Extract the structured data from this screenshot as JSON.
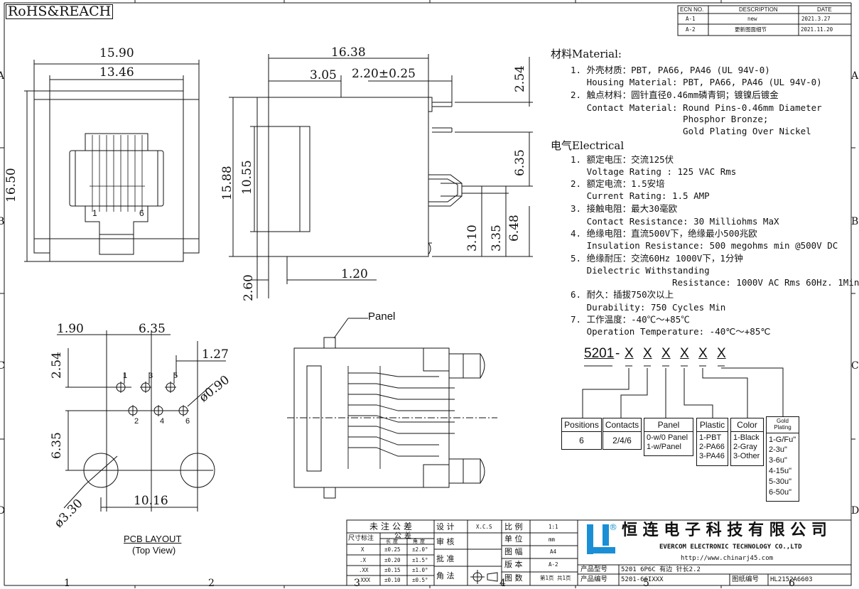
{
  "header": {
    "rohs": "RoHS&REACH",
    "border_cols": [
      "1",
      "2",
      "3",
      "4",
      "5",
      "6"
    ],
    "border_rows": [
      "A",
      "B",
      "C",
      "D"
    ]
  },
  "revisions": {
    "headers": [
      "ECN NO.",
      "DESCRIPTION",
      "DATE"
    ],
    "rows": [
      {
        "ecn": "A-1",
        "desc": "new",
        "date": "2021.3.27"
      },
      {
        "ecn": "A-2",
        "desc": "更新图面细节",
        "date": "2021.11.20"
      }
    ]
  },
  "front_view": {
    "dims": {
      "width_outer": "15.90",
      "width_inner": "13.46",
      "height": "16.50"
    },
    "pin_labels": [
      "1",
      "6"
    ]
  },
  "side_view": {
    "dims": {
      "length": "16.38",
      "d305": "3.05",
      "d220": "2.20±0.25",
      "d254": "2.54",
      "d635": "6.35",
      "d1588": "15.88",
      "d1055": "10.55",
      "d310": "3.10",
      "d335": "3.35",
      "d648": "6.48",
      "d260": "2.60",
      "d120": "1.20"
    }
  },
  "pcb_layout": {
    "dims": {
      "d190": "1.90",
      "d635a": "6.35",
      "d127": "1.27",
      "d254": "2.54",
      "d090": "ø0.90",
      "d635b": "6.35",
      "d1016": "10.16",
      "d330": "ø3.30"
    },
    "pin_labels": [
      "1",
      "2",
      "3",
      "4",
      "5",
      "6"
    ],
    "title": "PCB LAYOUT",
    "subtitle": "(Top View)"
  },
  "panel_label": "Panel",
  "materials": {
    "title": "材料Material:",
    "lines": [
      "1. 外壳材质：PBT, PA66, PA46 (UL 94V-0)",
      "   Housing Material: PBT, PA66, PA46 (UL 94V-0)",
      "2. 触点材料：圆针直径0.46mm磷青铜；镀镍后镀金",
      "   Contact Material: Round Pins-0.46mm Diameter",
      "                     Phosphor Bronze;",
      "                     Gold Plating Over Nickel"
    ]
  },
  "electrical": {
    "title": "电气Electrical",
    "lines": [
      "1. 额定电压：交流125伏",
      "   Voltage Rating : 125 VAC Rms",
      "2. 额定电流：1.5安培",
      "   Current Rating: 1.5 AMP",
      "3. 接触电阻：最大30毫欧",
      "   Contact Resistance: 30 Milliohms MaX",
      "4. 绝缘电阻：直流500V下，绝缘最小500兆欧",
      "   Insulation Resistance: 500 megohms min @500V DC",
      "5. 绝缘耐压：交流60Hz 1000V下，1分钟",
      "   Dielectric Withstanding",
      "                   Resistance: 1000V AC Rms 60Hz. 1Min",
      "6. 耐久：插拔750次以上",
      "   Durability: 750 Cycles Min",
      "7. 工作温度：-40℃～+85℃",
      "   Operation Temperature: -40℃～+85℃"
    ]
  },
  "part_number": {
    "base": "5201",
    "dash": "-",
    "placeholders": [
      "X",
      "X",
      "X",
      "X",
      "X",
      "X"
    ],
    "options": [
      {
        "header": "Positions",
        "values": [
          "6"
        ]
      },
      {
        "header": "Contacts",
        "values": [
          "2/4/6"
        ]
      },
      {
        "header": "Panel",
        "values": [
          "0-w/0 Panel",
          "1-w/Panel"
        ]
      },
      {
        "header": "Plastic",
        "values": [
          "1-PBT",
          "2-PA66",
          "3-PA46"
        ]
      },
      {
        "header": "Color",
        "values": [
          "1-Black",
          "2-Gray",
          "3-Other"
        ]
      },
      {
        "header": "Gold Plating",
        "values": [
          "1-G/Fu\"",
          "2-3u\"",
          "3-6u\"",
          "4-15u\"",
          "5-30u\"",
          "6-50u\""
        ]
      }
    ]
  },
  "title_block": {
    "tolerance_title": "未注公差",
    "size_label": "尺寸标注",
    "tol_label": "公差",
    "len_label": "长度",
    "ang_label": "角度",
    "tol_rows": [
      [
        "X",
        "±0.25",
        "±2.0°"
      ],
      [
        ".X",
        "±0.20",
        "±1.5°"
      ],
      [
        ".XX",
        "±0.15",
        "±1.0°"
      ],
      [
        ".XXX",
        "±0.10",
        "±0.5°"
      ]
    ],
    "design": "设 计",
    "design_val": "X.C.S",
    "review": "审 核",
    "approve": "批 准",
    "angle": "角 法",
    "scale_label": "比 例",
    "scale": "1:1",
    "unit_label": "单 位",
    "unit": "mm",
    "size_label2": "图 幅",
    "size": "A4",
    "version_label": "版 本",
    "version": "A-2",
    "sheets_label": "图 数",
    "sheets": "第1页 共1页",
    "company_cn": "恒 连 电 子 科 技 有 限 公 司",
    "company_en": "EVERCOM ELECTRONIC TECHNOLOGY CO.,LTD",
    "website": "http://www.chinarj45.com",
    "model_label": "产品型号",
    "model": "5201 6P6C 有边 针长2.2",
    "pn_label": "产品编号",
    "pn": "5201-66IXXX",
    "dwg_label": "图纸编号",
    "dwg": "HL2152A6603",
    "logo_reg": "®"
  }
}
